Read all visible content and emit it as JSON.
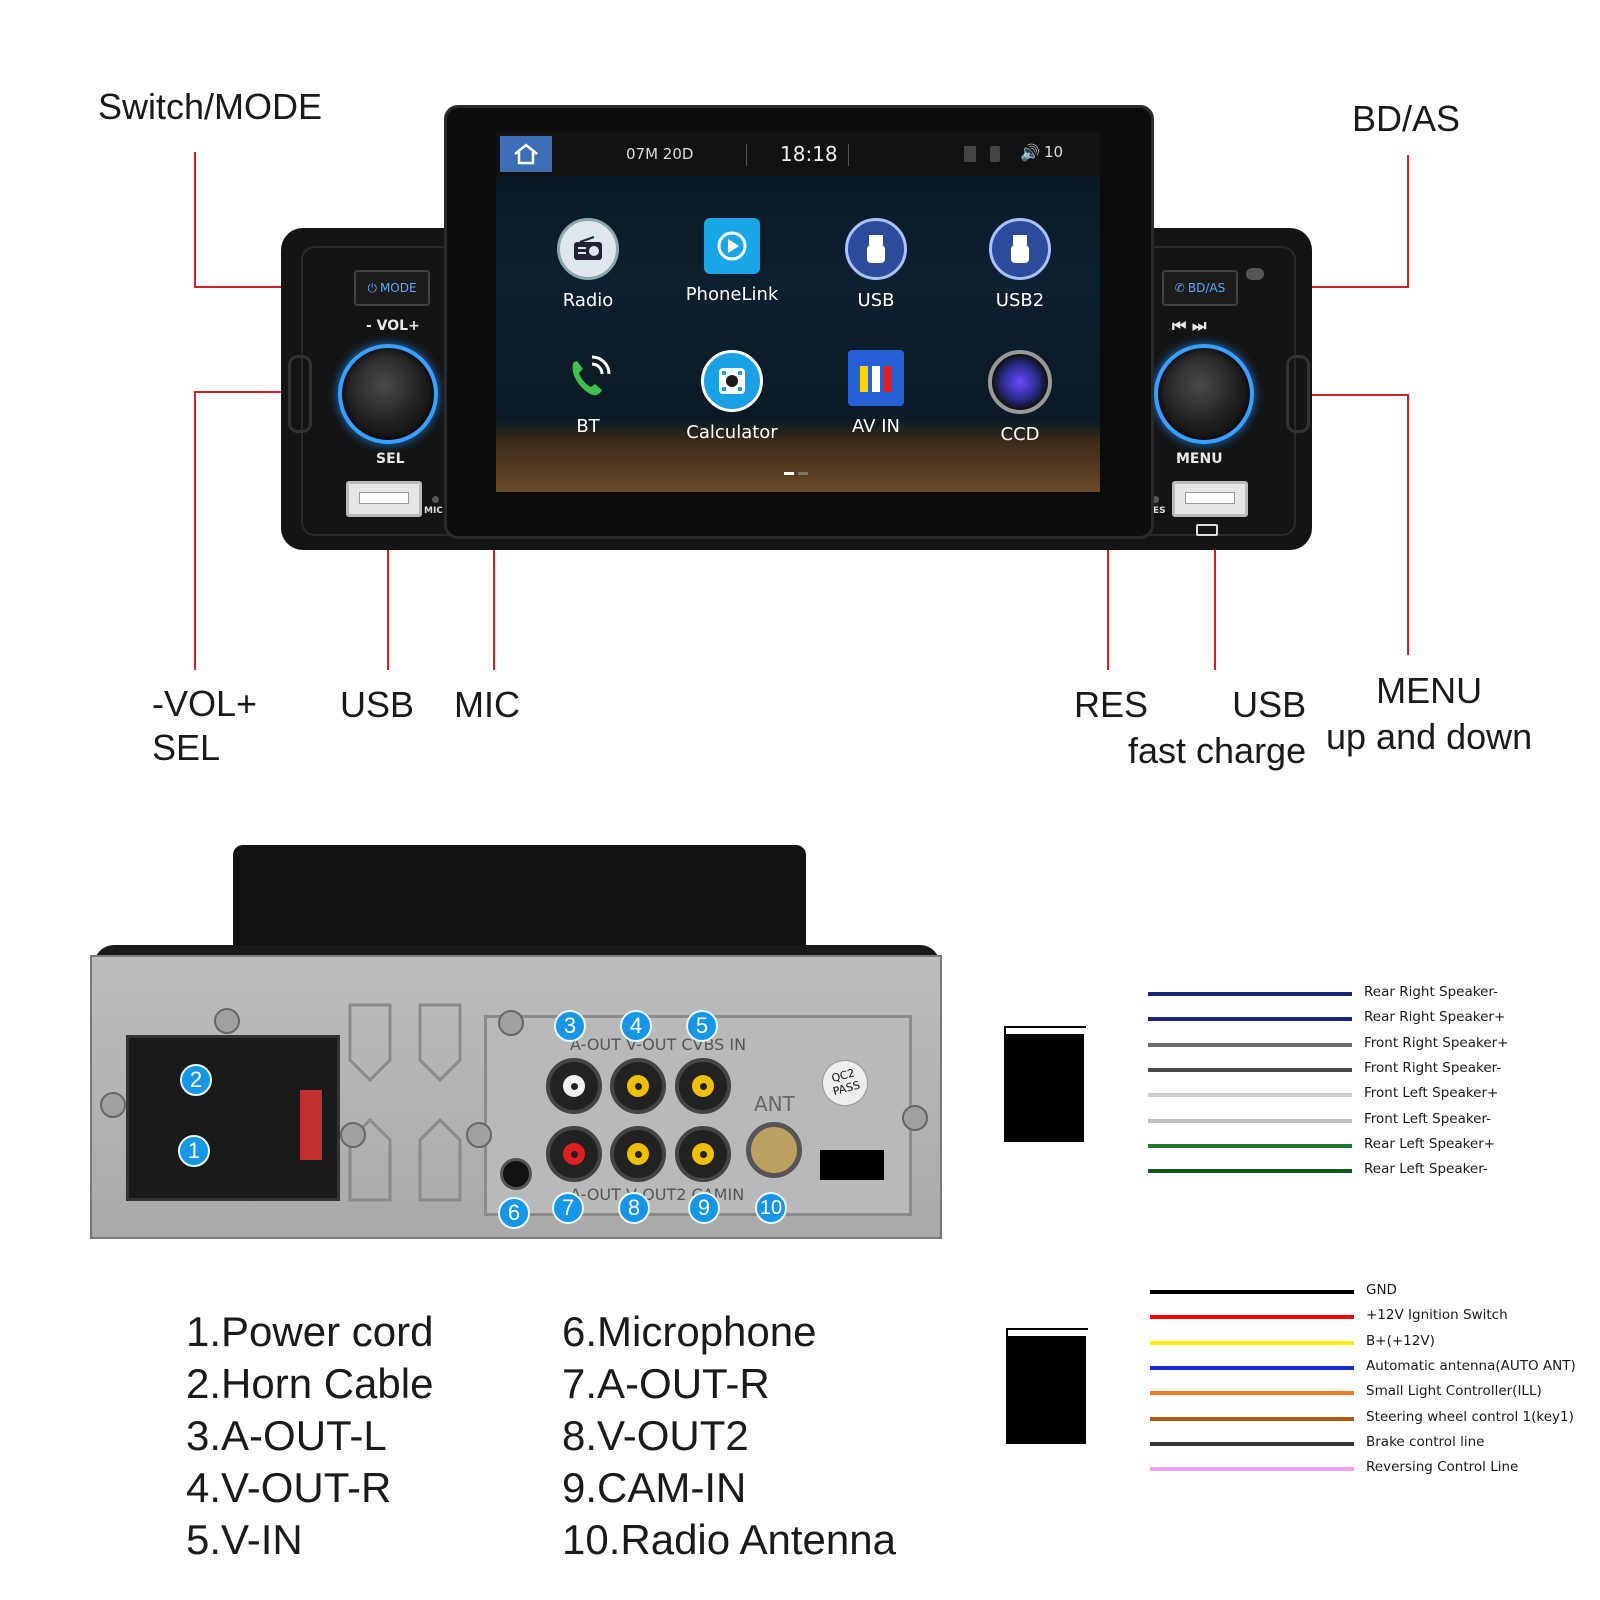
{
  "callouts": {
    "switch_mode": "Switch/MODE",
    "bd_as": "BD/AS",
    "vol_sel": "-VOL+\nSEL",
    "usb_left": "USB",
    "mic": "MIC",
    "res": "RES",
    "usb_fast_charge": "USB\nfast charge",
    "menu_up_down": "MENU\nup and down"
  },
  "head_unit": {
    "mode_button": "MODE",
    "vol_label": "- VOL+",
    "sel_label": "SEL",
    "bdas_button": "BD/AS",
    "menu_label": "MENU",
    "mic_label": "MIC",
    "res_label": "RES",
    "status_bar": {
      "date": "07M 20D",
      "time": "18:18",
      "volume": "10"
    },
    "apps": [
      {
        "label": "Radio",
        "icon": "radio-icon"
      },
      {
        "label": "PhoneLink",
        "icon": "phonelink-icon"
      },
      {
        "label": "USB",
        "icon": "usb-icon"
      },
      {
        "label": "USB2",
        "icon": "usb2-icon"
      },
      {
        "label": "BT",
        "icon": "phone-icon"
      },
      {
        "label": "Calculator",
        "icon": "calculator-icon"
      },
      {
        "label": "AV IN",
        "icon": "av-in-icon"
      },
      {
        "label": "CCD",
        "icon": "camera-icon"
      }
    ]
  },
  "rear_panel": {
    "badges": [
      "1",
      "2",
      "3",
      "4",
      "5",
      "6",
      "7",
      "8",
      "9",
      "10"
    ],
    "port_labels": {
      "top": "A-OUT V-OUT CVBS IN",
      "bottom": "A-OUT V-OUT2 CAMIN",
      "ant": "ANT",
      "qc": "QC2\nPASS"
    }
  },
  "legend": {
    "left": [
      "1.Power cord",
      "2.Horn Cable",
      "3.A-OUT-L",
      "4.V-OUT-R",
      "5.V-IN"
    ],
    "right": [
      "6.Microphone",
      "7.A-OUT-R",
      "8.V-OUT2",
      "9.CAM-IN",
      "10.Radio Antenna"
    ]
  },
  "wires_speaker": [
    {
      "label": "Rear Right Speaker-",
      "color": "#1a237e"
    },
    {
      "label": "Rear Right Speaker+",
      "color": "#1a237e"
    },
    {
      "label": "Front Right Speaker+",
      "color": "#6b6b6b"
    },
    {
      "label": "Front Right Speaker-",
      "color": "#4a4a4a"
    },
    {
      "label": "Front Left Speaker+",
      "color": "#cfcfcf"
    },
    {
      "label": "Front Left Speaker-",
      "color": "#bdbdbd"
    },
    {
      "label": "Rear Left Speaker+",
      "color": "#1b7a2a"
    },
    {
      "label": "Rear Left Speaker-",
      "color": "#0f5a1e"
    }
  ],
  "wires_power": [
    {
      "label": "GND",
      "color": "#000000"
    },
    {
      "label": "+12V Ignition Switch",
      "color": "#ff0000"
    },
    {
      "label": "B+(+12V)",
      "color": "#ffee00"
    },
    {
      "label": "Automatic antenna(AUTO ANT)",
      "color": "#1030e0"
    },
    {
      "label": "Small Light Controller(ILL)",
      "color": "#f07a20"
    },
    {
      "label": "Steering wheel control 1(key1)",
      "color": "#b45a10"
    },
    {
      "label": "Brake control line",
      "color": "#333333"
    },
    {
      "label": "Reversing Control Line",
      "color": "#f0a0f0"
    }
  ]
}
